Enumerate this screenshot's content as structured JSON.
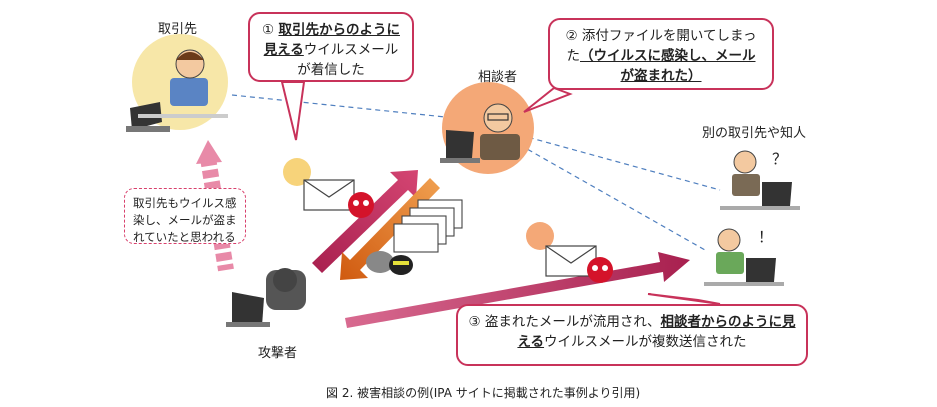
{
  "labels": {
    "partner": "取引先",
    "consultant": "相談者",
    "others": "別の取引先や知人",
    "attacker": "攻撃者"
  },
  "callout1": {
    "num": "①",
    "bold": "取引先からのように見える",
    "rest": "ウイルスメールが着信した"
  },
  "callout2": {
    "num": "②",
    "plain": "添付ファイルを開いてしまった",
    "bold": "（ウイルスに感染し、メールが盗まれた）"
  },
  "callout3": {
    "num": "③",
    "plain": "盗まれたメールが流用され、",
    "bold": "相談者からのように見える",
    "rest": "ウイルスメールが複数送信された"
  },
  "note": "取引先もウイルス感染し、メールが盗まれていたと思われる",
  "marks": {
    "question": "？",
    "exclaim": "！"
  },
  "caption": "図 2.  被害相談の例(IPA サイトに掲載された事例より引用)",
  "colors": {
    "accent": "#c8325a",
    "arrow": "#b5275c",
    "arrow_orange": "#e8782a",
    "dotted": "#4f7fbf"
  }
}
